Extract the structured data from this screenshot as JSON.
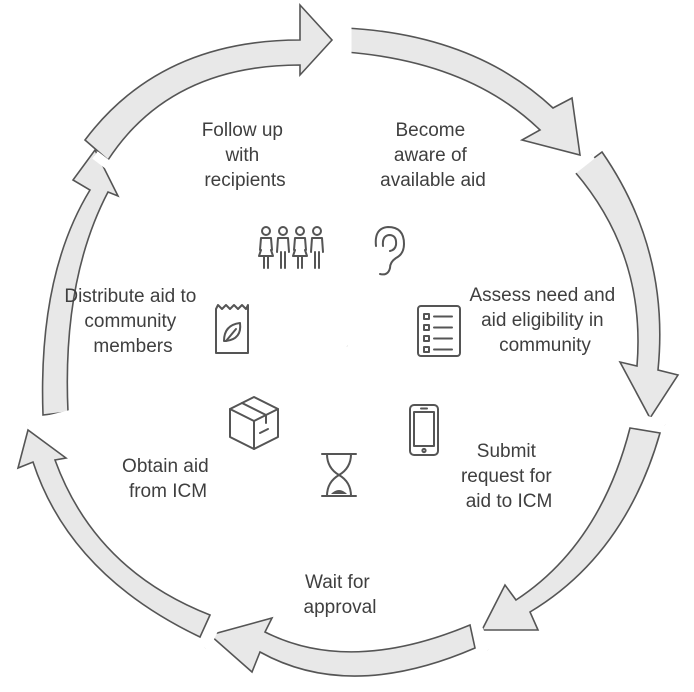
{
  "steps": [
    {
      "lines": [
        "Become",
        "aware of",
        "available aid"
      ],
      "icon": "ear-icon"
    },
    {
      "lines": [
        "Assess need and",
        "aid eligibility in",
        "community"
      ],
      "icon": "checklist-icon"
    },
    {
      "lines": [
        "Submit",
        "request for",
        "aid to ICM"
      ],
      "icon": "phone-icon"
    },
    {
      "lines": [
        "Wait for",
        "approval"
      ],
      "icon": "hourglass-icon"
    },
    {
      "lines": [
        "Obtain aid",
        "from ICM"
      ],
      "icon": "box-icon"
    },
    {
      "lines": [
        "Distribute aid to",
        "community",
        "members"
      ],
      "icon": "aid-bag-icon"
    },
    {
      "lines": [
        "Follow up",
        "with",
        "recipients"
      ],
      "icon": "people-icon"
    }
  ],
  "colors": {
    "arrow_fill": "#e8e8e8",
    "outline": "#555555",
    "text": "#3f3f3f"
  }
}
